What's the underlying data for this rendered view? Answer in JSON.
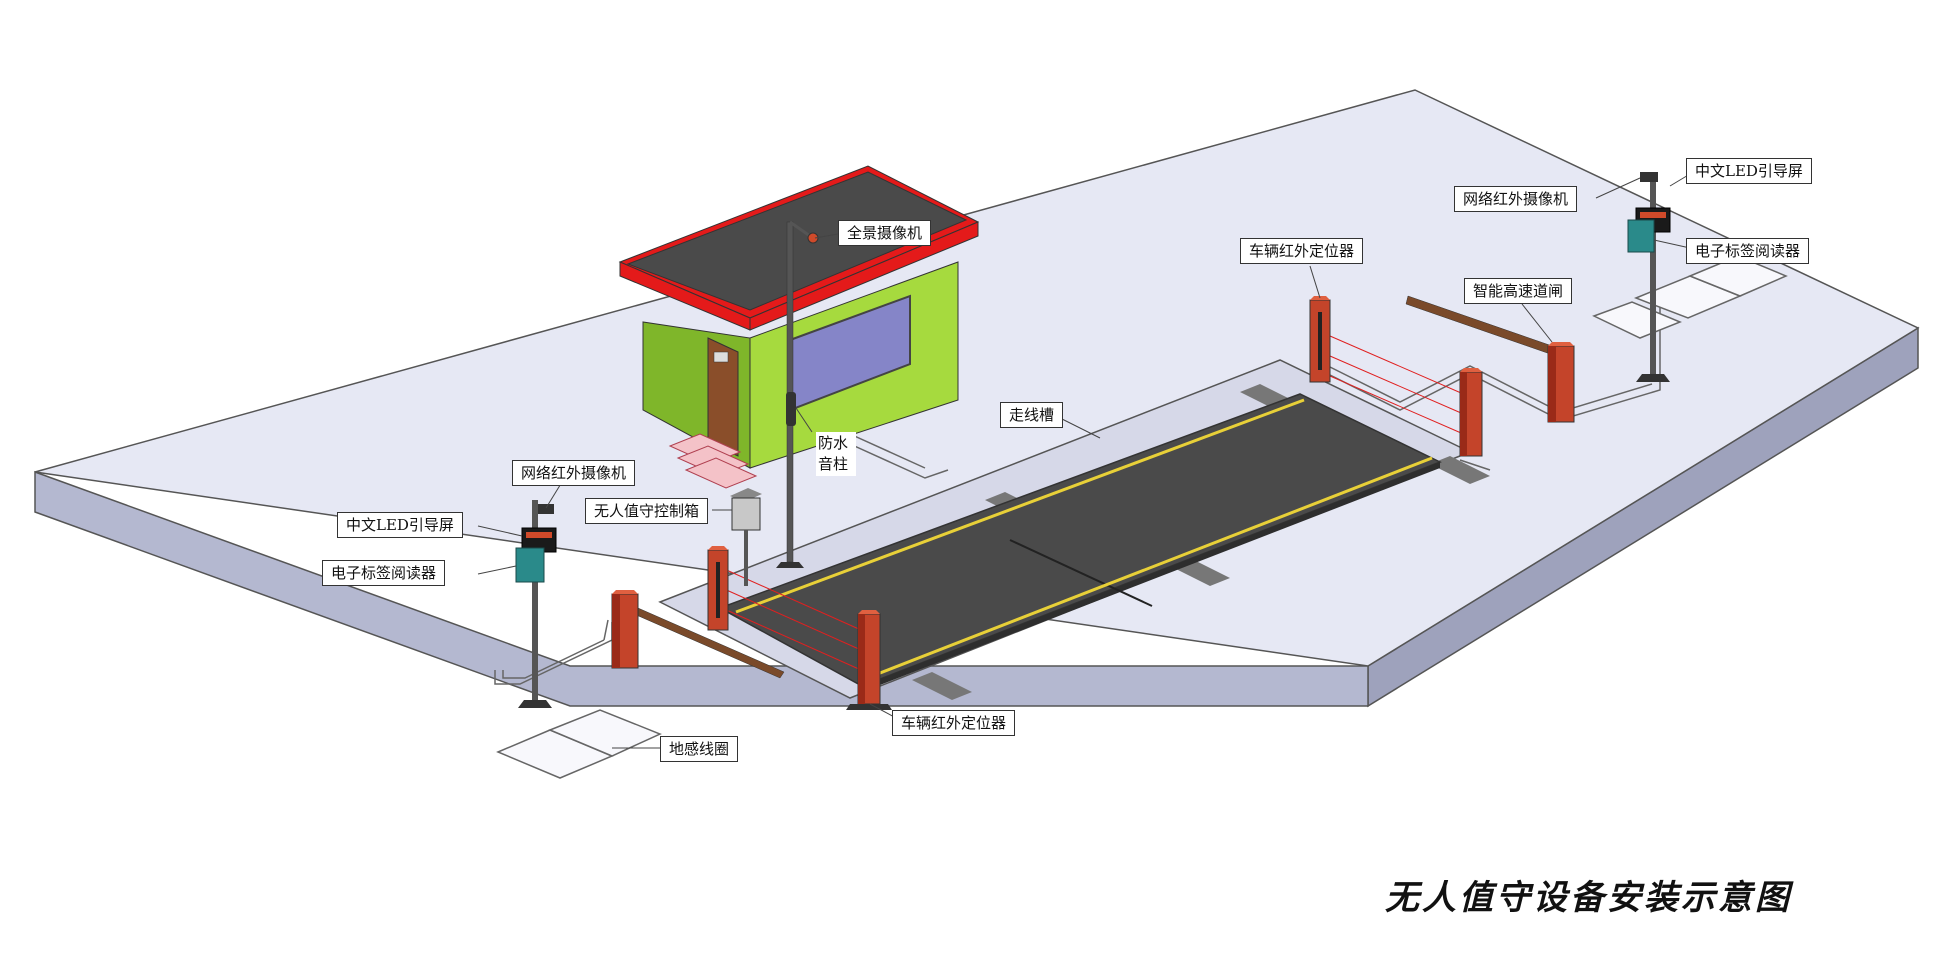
{
  "title": "无人值守设备安装示意图",
  "labels": {
    "panorama_camera": "全景摄像机",
    "waterproof_speaker": "防水音柱",
    "control_box": "无人值守控制箱",
    "ir_camera_left": "网络红外摄像机",
    "led_screen_left": "中文LED引导屏",
    "rfid_reader_left": "电子标签阅读器",
    "ground_loop": "地感线圈",
    "vehicle_ir_locator_bottom": "车辆红外定位器",
    "cable_trench": "走线槽",
    "vehicle_ir_locator_top": "车辆红外定位器",
    "barrier_gate": "智能高速道闸",
    "ir_camera_right": "网络红外摄像机",
    "led_screen_right": "中文LED引导屏",
    "rfid_reader_right": "电子标签阅读器"
  },
  "colors": {
    "platform_top": "#e6e8f4",
    "platform_front": "#b4b8d0",
    "platform_side": "#9ea2bc",
    "scale_deck": "#4a4a4a",
    "yellow_line": "#e8d038",
    "booth_wall": "#a6da3e",
    "booth_roof": "#e41a1a",
    "post": "#c4442a",
    "ir_beam": "#e02020"
  }
}
